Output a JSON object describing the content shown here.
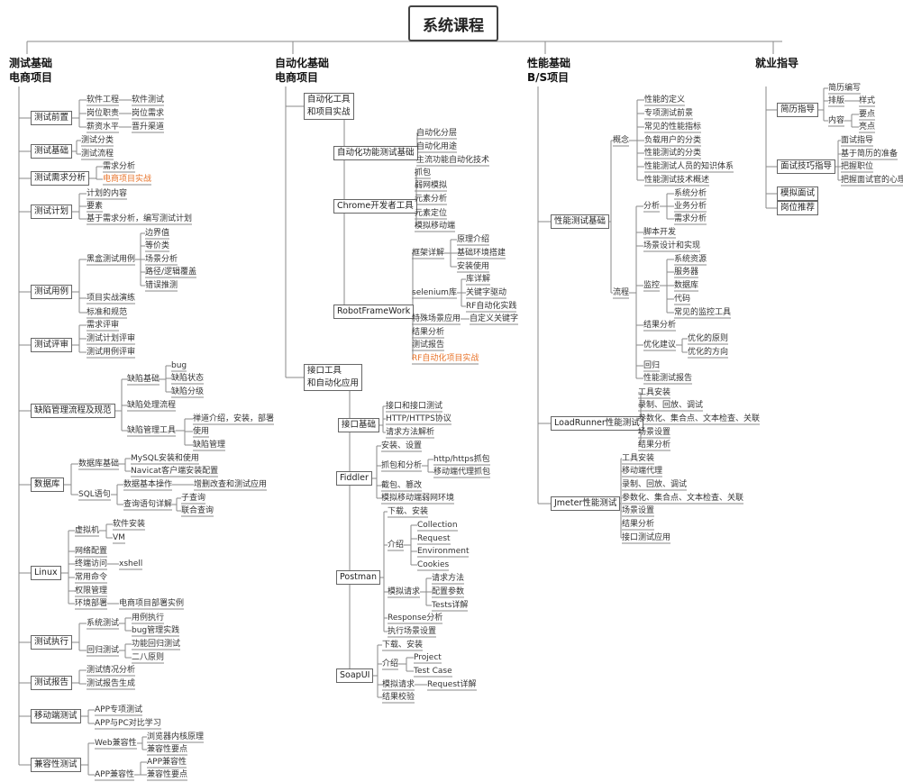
{
  "title": "系统课程",
  "colors": {
    "line": "#8a8a8a",
    "highlight": "#e8742b",
    "text": "#333333"
  },
  "branches": [
    {
      "id": "b1",
      "label": [
        "测试基础",
        "电商项目"
      ]
    },
    {
      "id": "b2",
      "label": [
        "自动化基础",
        "电商项目"
      ]
    },
    {
      "id": "b3",
      "label": [
        "性能基础",
        "B/S项目"
      ]
    },
    {
      "id": "b4",
      "label": [
        "就业指导"
      ]
    }
  ],
  "nodes": [
    {
      "id": "b1_1",
      "parent": "b1",
      "text": "测试前置",
      "box": true
    },
    {
      "id": "b1_1_1",
      "parent": "b1_1",
      "text": "软件工程"
    },
    {
      "id": "b1_1_1a",
      "parent": "b1_1_1",
      "text": "软件测试"
    },
    {
      "id": "b1_1_2",
      "parent": "b1_1",
      "text": "岗位职责"
    },
    {
      "id": "b1_1_2a",
      "parent": "b1_1_2",
      "text": "岗位需求"
    },
    {
      "id": "b1_1_3",
      "parent": "b1_1",
      "text": "薪资水平"
    },
    {
      "id": "b1_1_3a",
      "parent": "b1_1_3",
      "text": "晋升渠道"
    },
    {
      "id": "b1_2",
      "parent": "b1",
      "text": "测试基础",
      "box": true
    },
    {
      "id": "b1_2_1",
      "parent": "b1_2",
      "text": "测试分类"
    },
    {
      "id": "b1_2_2",
      "parent": "b1_2",
      "text": "测试流程"
    },
    {
      "id": "b1_3",
      "parent": "b1",
      "text": "测试需求分析",
      "box": true
    },
    {
      "id": "b1_3_1",
      "parent": "b1_3",
      "text": "需求分析"
    },
    {
      "id": "b1_3_2",
      "parent": "b1_3",
      "text": "电商项目实战",
      "hl": true
    },
    {
      "id": "b1_4",
      "parent": "b1",
      "text": "测试计划",
      "box": true
    },
    {
      "id": "b1_4_1",
      "parent": "b1_4",
      "text": "计划的内容"
    },
    {
      "id": "b1_4_2",
      "parent": "b1_4",
      "text": "要素"
    },
    {
      "id": "b1_4_3",
      "parent": "b1_4",
      "text": "基于需求分析，编写测试计划"
    },
    {
      "id": "b1_5",
      "parent": "b1",
      "text": "测试用例",
      "box": true
    },
    {
      "id": "b1_5_1",
      "parent": "b1_5",
      "text": "黑盒测试用例"
    },
    {
      "id": "b1_5_1a",
      "parent": "b1_5_1",
      "text": "边界值"
    },
    {
      "id": "b1_5_1b",
      "parent": "b1_5_1",
      "text": "等价类"
    },
    {
      "id": "b1_5_1c",
      "parent": "b1_5_1",
      "text": "场景分析"
    },
    {
      "id": "b1_5_1d",
      "parent": "b1_5_1",
      "text": "路径/逻辑覆盖"
    },
    {
      "id": "b1_5_1e",
      "parent": "b1_5_1",
      "text": "错误推测"
    },
    {
      "id": "b1_5_2",
      "parent": "b1_5",
      "text": "项目实战演练"
    },
    {
      "id": "b1_5_3",
      "parent": "b1_5",
      "text": "标准和规范"
    },
    {
      "id": "b1_6",
      "parent": "b1",
      "text": "测试评审",
      "box": true
    },
    {
      "id": "b1_6_1",
      "parent": "b1_6",
      "text": "需求评审"
    },
    {
      "id": "b1_6_2",
      "parent": "b1_6",
      "text": "测试计划评审"
    },
    {
      "id": "b1_6_3",
      "parent": "b1_6",
      "text": "测试用例评审"
    },
    {
      "id": "b1_7",
      "parent": "b1",
      "text": "缺陷管理流程及规范",
      "box": true
    },
    {
      "id": "b1_7_1",
      "parent": "b1_7",
      "text": "缺陷基础"
    },
    {
      "id": "b1_7_1a",
      "parent": "b1_7_1",
      "text": "bug"
    },
    {
      "id": "b1_7_1b",
      "parent": "b1_7_1",
      "text": "缺陷状态"
    },
    {
      "id": "b1_7_1c",
      "parent": "b1_7_1",
      "text": "缺陷分级"
    },
    {
      "id": "b1_7_2",
      "parent": "b1_7",
      "text": "缺陷处理流程"
    },
    {
      "id": "b1_7_3",
      "parent": "b1_7",
      "text": "缺陷管理工具"
    },
    {
      "id": "b1_7_3a",
      "parent": "b1_7_3",
      "text": "禅道介绍，安装，部署"
    },
    {
      "id": "b1_7_3b",
      "parent": "b1_7_3",
      "text": "使用"
    },
    {
      "id": "b1_7_3c",
      "parent": "b1_7_3",
      "text": "缺陷管理"
    },
    {
      "id": "b1_8",
      "parent": "b1",
      "text": "数据库",
      "box": true
    },
    {
      "id": "b1_8_1",
      "parent": "b1_8",
      "text": "数据库基础"
    },
    {
      "id": "b1_8_1a",
      "parent": "b1_8_1",
      "text": "MySQL安装和使用"
    },
    {
      "id": "b1_8_1b",
      "parent": "b1_8_1",
      "text": "Navicat客户端安装配置"
    },
    {
      "id": "b1_8_2",
      "parent": "b1_8",
      "text": "SQL语句"
    },
    {
      "id": "b1_8_2a",
      "parent": "b1_8_2",
      "text": "数据基本操作"
    },
    {
      "id": "b1_8_2a1",
      "parent": "b1_8_2a",
      "text": "增删改查和测试应用"
    },
    {
      "id": "b1_8_2b",
      "parent": "b1_8_2",
      "text": "查询语句详解"
    },
    {
      "id": "b1_8_2b1",
      "parent": "b1_8_2b",
      "text": "子查询"
    },
    {
      "id": "b1_8_2b2",
      "parent": "b1_8_2b",
      "text": "联合查询"
    },
    {
      "id": "b1_9",
      "parent": "b1",
      "text": "Linux",
      "box": true
    },
    {
      "id": "b1_9_1",
      "parent": "b1_9",
      "text": "虚拟机"
    },
    {
      "id": "b1_9_1a",
      "parent": "b1_9_1",
      "text": "软件安装"
    },
    {
      "id": "b1_9_1b",
      "parent": "b1_9_1",
      "text": "VM"
    },
    {
      "id": "b1_9_2",
      "parent": "b1_9",
      "text": "网络配置"
    },
    {
      "id": "b1_9_3",
      "parent": "b1_9",
      "text": "终端访问"
    },
    {
      "id": "b1_9_3a",
      "parent": "b1_9_3",
      "text": "xshell"
    },
    {
      "id": "b1_9_4",
      "parent": "b1_9",
      "text": "常用命令"
    },
    {
      "id": "b1_9_5",
      "parent": "b1_9",
      "text": "权限管理"
    },
    {
      "id": "b1_9_6",
      "parent": "b1_9",
      "text": "环境部署"
    },
    {
      "id": "b1_9_6a",
      "parent": "b1_9_6",
      "text": "电商项目部署实例"
    },
    {
      "id": "b1_10",
      "parent": "b1",
      "text": "测试执行",
      "box": true
    },
    {
      "id": "b1_10_1",
      "parent": "b1_10",
      "text": "系统测试"
    },
    {
      "id": "b1_10_1a",
      "parent": "b1_10_1",
      "text": "用例执行"
    },
    {
      "id": "b1_10_1b",
      "parent": "b1_10_1",
      "text": "bug管理实践"
    },
    {
      "id": "b1_10_2",
      "parent": "b1_10",
      "text": "回归测试"
    },
    {
      "id": "b1_10_2a",
      "parent": "b1_10_2",
      "text": "功能回归测试"
    },
    {
      "id": "b1_10_2b",
      "parent": "b1_10_2",
      "text": "二八原则"
    },
    {
      "id": "b1_11",
      "parent": "b1",
      "text": "测试报告",
      "box": true
    },
    {
      "id": "b1_11_1",
      "parent": "b1_11",
      "text": "测试情况分析"
    },
    {
      "id": "b1_11_2",
      "parent": "b1_11",
      "text": "测试报告生成"
    },
    {
      "id": "b1_12",
      "parent": "b1",
      "text": "移动端测试",
      "box": true
    },
    {
      "id": "b1_12_1",
      "parent": "b1_12",
      "text": "APP专项测试"
    },
    {
      "id": "b1_12_2",
      "parent": "b1_12",
      "text": "APP与PC对比学习"
    },
    {
      "id": "b1_13",
      "parent": "b1",
      "text": "兼容性测试",
      "box": true
    },
    {
      "id": "b1_13_1",
      "parent": "b1_13",
      "text": "Web兼容性"
    },
    {
      "id": "b1_13_1a",
      "parent": "b1_13_1",
      "text": "浏览器内核原理"
    },
    {
      "id": "b1_13_1b",
      "parent": "b1_13_1",
      "text": "兼容性要点"
    },
    {
      "id": "b1_13_2",
      "parent": "b1_13",
      "text": "APP兼容性"
    },
    {
      "id": "b1_13_2a",
      "parent": "b1_13_2",
      "text": "APP兼容性"
    },
    {
      "id": "b1_13_2b",
      "parent": "b1_13_2",
      "text": "兼容性要点"
    },
    {
      "id": "b2_1",
      "parent": "b2",
      "text": "自动化工具\n和项目实战",
      "box": true
    },
    {
      "id": "b2_1_1",
      "parent": "b2_1",
      "text": "自动化功能测试基础",
      "box": true
    },
    {
      "id": "b2_1_1a",
      "parent": "b2_1_1",
      "text": "自动化分层"
    },
    {
      "id": "b2_1_1b",
      "parent": "b2_1_1",
      "text": "自动化用途"
    },
    {
      "id": "b2_1_1c",
      "parent": "b2_1_1",
      "text": "主流功能自动化技术"
    },
    {
      "id": "b2_1_2",
      "parent": "b2_1",
      "text": "Chrome开发者工具",
      "box": true
    },
    {
      "id": "b2_1_2a",
      "parent": "b2_1_2",
      "text": "抓包"
    },
    {
      "id": "b2_1_2b",
      "parent": "b2_1_2",
      "text": "弱网模拟"
    },
    {
      "id": "b2_1_2c",
      "parent": "b2_1_2",
      "text": "元素分析"
    },
    {
      "id": "b2_1_2d",
      "parent": "b2_1_2",
      "text": "元素定位"
    },
    {
      "id": "b2_1_2e",
      "parent": "b2_1_2",
      "text": "模拟移动端"
    },
    {
      "id": "b2_1_3",
      "parent": "b2_1",
      "text": "RobotFrameWork",
      "box": true
    },
    {
      "id": "b2_1_3a",
      "parent": "b2_1_3",
      "text": "框架详解"
    },
    {
      "id": "b2_1_3a1",
      "parent": "b2_1_3a",
      "text": "原理介绍"
    },
    {
      "id": "b2_1_3a2",
      "parent": "b2_1_3a",
      "text": "基础环境搭建"
    },
    {
      "id": "b2_1_3a3",
      "parent": "b2_1_3a",
      "text": "安装使用"
    },
    {
      "id": "b2_1_3b",
      "parent": "b2_1_3",
      "text": "selenium库"
    },
    {
      "id": "b2_1_3b1",
      "parent": "b2_1_3b",
      "text": "库详解"
    },
    {
      "id": "b2_1_3b2",
      "parent": "b2_1_3b",
      "text": "关键字驱动"
    },
    {
      "id": "b2_1_3b3",
      "parent": "b2_1_3b",
      "text": "RF自动化实践"
    },
    {
      "id": "b2_1_3c",
      "parent": "b2_1_3",
      "text": "特殊场景应用"
    },
    {
      "id": "b2_1_3c1",
      "parent": "b2_1_3c",
      "text": "自定义关键字"
    },
    {
      "id": "b2_1_3d",
      "parent": "b2_1_3",
      "text": "结果分析"
    },
    {
      "id": "b2_1_3e",
      "parent": "b2_1_3",
      "text": "测试报告"
    },
    {
      "id": "b2_1_3f",
      "parent": "b2_1_3",
      "text": "RF自动化项目实战",
      "hl": true
    },
    {
      "id": "b2_2",
      "parent": "b2",
      "text": "接口工具\n和自动化应用",
      "box": true
    },
    {
      "id": "b2_2_1",
      "parent": "b2_2",
      "text": "接口基础",
      "box": true
    },
    {
      "id": "b2_2_1a",
      "parent": "b2_2_1",
      "text": "接口和接口测试"
    },
    {
      "id": "b2_2_1b",
      "parent": "b2_2_1",
      "text": "HTTP/HTTPS协议"
    },
    {
      "id": "b2_2_1c",
      "parent": "b2_2_1",
      "text": "请求方法解析"
    },
    {
      "id": "b2_2_2",
      "parent": "b2_2",
      "text": "Fiddler",
      "box": true
    },
    {
      "id": "b2_2_2a",
      "parent": "b2_2_2",
      "text": "安装、设置"
    },
    {
      "id": "b2_2_2b",
      "parent": "b2_2_2",
      "text": "抓包和分析"
    },
    {
      "id": "b2_2_2b1",
      "parent": "b2_2_2b",
      "text": "http/https抓包"
    },
    {
      "id": "b2_2_2b2",
      "parent": "b2_2_2b",
      "text": "移动端代理抓包"
    },
    {
      "id": "b2_2_2c",
      "parent": "b2_2_2",
      "text": "截包、篡改"
    },
    {
      "id": "b2_2_2d",
      "parent": "b2_2_2",
      "text": "模拟移动端弱网环境"
    },
    {
      "id": "b2_2_3",
      "parent": "b2_2",
      "text": "Postman",
      "box": true
    },
    {
      "id": "b2_2_3a",
      "parent": "b2_2_3",
      "text": "下载、安装"
    },
    {
      "id": "b2_2_3b",
      "parent": "b2_2_3",
      "text": "介绍"
    },
    {
      "id": "b2_2_3b1",
      "parent": "b2_2_3b",
      "text": "Collection"
    },
    {
      "id": "b2_2_3b2",
      "parent": "b2_2_3b",
      "text": "Request"
    },
    {
      "id": "b2_2_3b3",
      "parent": "b2_2_3b",
      "text": "Environment"
    },
    {
      "id": "b2_2_3b4",
      "parent": "b2_2_3b",
      "text": "Cookies"
    },
    {
      "id": "b2_2_3c",
      "parent": "b2_2_3",
      "text": "模拟请求"
    },
    {
      "id": "b2_2_3c1",
      "parent": "b2_2_3c",
      "text": "请求方法"
    },
    {
      "id": "b2_2_3c2",
      "parent": "b2_2_3c",
      "text": "配置参数"
    },
    {
      "id": "b2_2_3c3",
      "parent": "b2_2_3c",
      "text": "Tests详解"
    },
    {
      "id": "b2_2_3d",
      "parent": "b2_2_3",
      "text": "Response分析"
    },
    {
      "id": "b2_2_3e",
      "parent": "b2_2_3",
      "text": "执行场景设置"
    },
    {
      "id": "b2_2_4",
      "parent": "b2_2",
      "text": "SoapUI",
      "box": true
    },
    {
      "id": "b2_2_4a",
      "parent": "b2_2_4",
      "text": "下载、安装"
    },
    {
      "id": "b2_2_4b",
      "parent": "b2_2_4",
      "text": "介绍"
    },
    {
      "id": "b2_2_4b1",
      "parent": "b2_2_4b",
      "text": "Project"
    },
    {
      "id": "b2_2_4b2",
      "parent": "b2_2_4b",
      "text": "Test Case"
    },
    {
      "id": "b2_2_4c",
      "parent": "b2_2_4",
      "text": "模拟请求"
    },
    {
      "id": "b2_2_4c1",
      "parent": "b2_2_4c",
      "text": "Request详解"
    },
    {
      "id": "b2_2_4d",
      "parent": "b2_2_4",
      "text": "结果校验"
    },
    {
      "id": "b3_1",
      "parent": "b3",
      "text": "性能测试基础",
      "box": true
    },
    {
      "id": "b3_1_1",
      "parent": "b3_1",
      "text": "概念"
    },
    {
      "id": "b3_1_1a",
      "parent": "b3_1_1",
      "text": "性能的定义"
    },
    {
      "id": "b3_1_1b",
      "parent": "b3_1_1",
      "text": "专项测试前景"
    },
    {
      "id": "b3_1_1c",
      "parent": "b3_1_1",
      "text": "常见的性能指标"
    },
    {
      "id": "b3_1_1d",
      "parent": "b3_1_1",
      "text": "负载用户的分类"
    },
    {
      "id": "b3_1_1e",
      "parent": "b3_1_1",
      "text": "性能测试的分类"
    },
    {
      "id": "b3_1_1f",
      "parent": "b3_1_1",
      "text": "性能测试人员的知识体系"
    },
    {
      "id": "b3_1_1g",
      "parent": "b3_1_1",
      "text": "性能测试技术概述"
    },
    {
      "id": "b3_1_2",
      "parent": "b3_1",
      "text": "流程"
    },
    {
      "id": "b3_1_2a",
      "parent": "b3_1_2",
      "text": "分析"
    },
    {
      "id": "b3_1_2a1",
      "parent": "b3_1_2a",
      "text": "系统分析"
    },
    {
      "id": "b3_1_2a2",
      "parent": "b3_1_2a",
      "text": "业务分析"
    },
    {
      "id": "b3_1_2a3",
      "parent": "b3_1_2a",
      "text": "需求分析"
    },
    {
      "id": "b3_1_2b",
      "parent": "b3_1_2",
      "text": "脚本开发"
    },
    {
      "id": "b3_1_2c",
      "parent": "b3_1_2",
      "text": "场景设计和实现"
    },
    {
      "id": "b3_1_2d",
      "parent": "b3_1_2",
      "text": "监控"
    },
    {
      "id": "b3_1_2d1",
      "parent": "b3_1_2d",
      "text": "系统资源"
    },
    {
      "id": "b3_1_2d2",
      "parent": "b3_1_2d",
      "text": "服务器"
    },
    {
      "id": "b3_1_2d3",
      "parent": "b3_1_2d",
      "text": "数据库"
    },
    {
      "id": "b3_1_2d4",
      "parent": "b3_1_2d",
      "text": "代码"
    },
    {
      "id": "b3_1_2d5",
      "parent": "b3_1_2d",
      "text": "常见的监控工具"
    },
    {
      "id": "b3_1_2e",
      "parent": "b3_1_2",
      "text": "结果分析"
    },
    {
      "id": "b3_1_2f",
      "parent": "b3_1_2",
      "text": "优化建议"
    },
    {
      "id": "b3_1_2f1",
      "parent": "b3_1_2f",
      "text": "优化的原则"
    },
    {
      "id": "b3_1_2f2",
      "parent": "b3_1_2f",
      "text": "优化的方向"
    },
    {
      "id": "b3_1_2g",
      "parent": "b3_1_2",
      "text": "回归"
    },
    {
      "id": "b3_1_2h",
      "parent": "b3_1_2",
      "text": "性能测试报告"
    },
    {
      "id": "b3_2",
      "parent": "b3",
      "text": "LoadRunner性能测试",
      "box": true
    },
    {
      "id": "b3_2_1",
      "parent": "b3_2",
      "text": "工具安装"
    },
    {
      "id": "b3_2_2",
      "parent": "b3_2",
      "text": "录制、回放、调试"
    },
    {
      "id": "b3_2_3",
      "parent": "b3_2",
      "text": "参数化、集合点、文本检查、关联"
    },
    {
      "id": "b3_2_4",
      "parent": "b3_2",
      "text": "场景设置"
    },
    {
      "id": "b3_2_5",
      "parent": "b3_2",
      "text": "结果分析"
    },
    {
      "id": "b3_3",
      "parent": "b3",
      "text": "Jmeter性能测试",
      "box": true
    },
    {
      "id": "b3_3_1",
      "parent": "b3_3",
      "text": "工具安装"
    },
    {
      "id": "b3_3_2",
      "parent": "b3_3",
      "text": "移动端代理"
    },
    {
      "id": "b3_3_3",
      "parent": "b3_3",
      "text": "录制、回放、调试"
    },
    {
      "id": "b3_3_4",
      "parent": "b3_3",
      "text": "参数化、集合点、文本检查、关联"
    },
    {
      "id": "b3_3_5",
      "parent": "b3_3",
      "text": "场景设置"
    },
    {
      "id": "b3_3_6",
      "parent": "b3_3",
      "text": "结果分析"
    },
    {
      "id": "b3_3_7",
      "parent": "b3_3",
      "text": "接口测试应用"
    },
    {
      "id": "b4_1",
      "parent": "b4",
      "text": "简历指导",
      "box": true
    },
    {
      "id": "b4_1_1",
      "parent": "b4_1",
      "text": "简历编写"
    },
    {
      "id": "b4_1_2",
      "parent": "b4_1",
      "text": "排版"
    },
    {
      "id": "b4_1_2a",
      "parent": "b4_1_2",
      "text": "样式"
    },
    {
      "id": "b4_1_3",
      "parent": "b4_1",
      "text": "内容"
    },
    {
      "id": "b4_1_3a",
      "parent": "b4_1_3",
      "text": "要点"
    },
    {
      "id": "b4_1_3b",
      "parent": "b4_1_3",
      "text": "亮点"
    },
    {
      "id": "b4_2",
      "parent": "b4",
      "text": "面试技巧指导",
      "box": true
    },
    {
      "id": "b4_2_1",
      "parent": "b4_2",
      "text": "面试指导"
    },
    {
      "id": "b4_2_2",
      "parent": "b4_2",
      "text": "基于简历的准备"
    },
    {
      "id": "b4_2_3",
      "parent": "b4_2",
      "text": "把握职位"
    },
    {
      "id": "b4_2_4",
      "parent": "b4_2",
      "text": "把握面试官的心理"
    },
    {
      "id": "b4_3",
      "parent": "b4",
      "text": "模拟面试",
      "box": true
    },
    {
      "id": "b4_4",
      "parent": "b4",
      "text": "岗位推荐",
      "box": true
    }
  ]
}
